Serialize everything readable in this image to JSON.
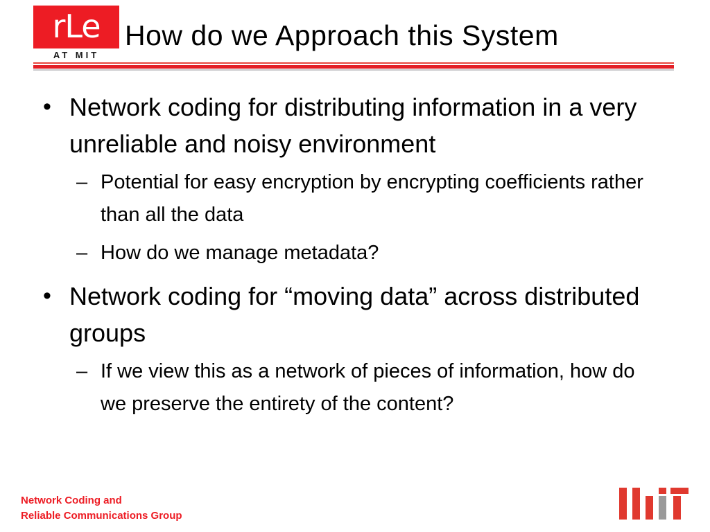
{
  "header": {
    "title": "How do we Approach this System",
    "logo": {
      "wordmark": "rLe",
      "subtitle": "AT MIT",
      "box_color": "#ED1C24",
      "wordmark_color": "#FFFFFF",
      "subtitle_color": "#1A1A1A"
    },
    "rule_colors": {
      "thin_top": "#E8433C",
      "thick": "#E31F26",
      "grey_bottom": "#C9C9CC"
    }
  },
  "body": {
    "bullet_marker": "•",
    "subbullet_marker": "–",
    "items": [
      {
        "level": 1,
        "text": "Network coding for distributing information in a very unreliable and noisy environment"
      },
      {
        "level": 2,
        "text": "Potential for easy encryption by encrypting coefficients rather than all the data"
      },
      {
        "level": 2,
        "text": "How do we manage metadata?"
      },
      {
        "level": 1,
        "text": "Network coding for “moving data” across distributed groups"
      },
      {
        "level": 2,
        "text": "If we view this as a network of pieces of information, how do we preserve the entirety of the content?"
      }
    ]
  },
  "footer": {
    "credit_line_1": "Network Coding and",
    "credit_line_2": "Reliable Communications Group",
    "credit_color": "#ED1C24",
    "mit_logo": {
      "name": "MIT",
      "red": "#E0392F",
      "grey": "#9A9A9A"
    }
  }
}
